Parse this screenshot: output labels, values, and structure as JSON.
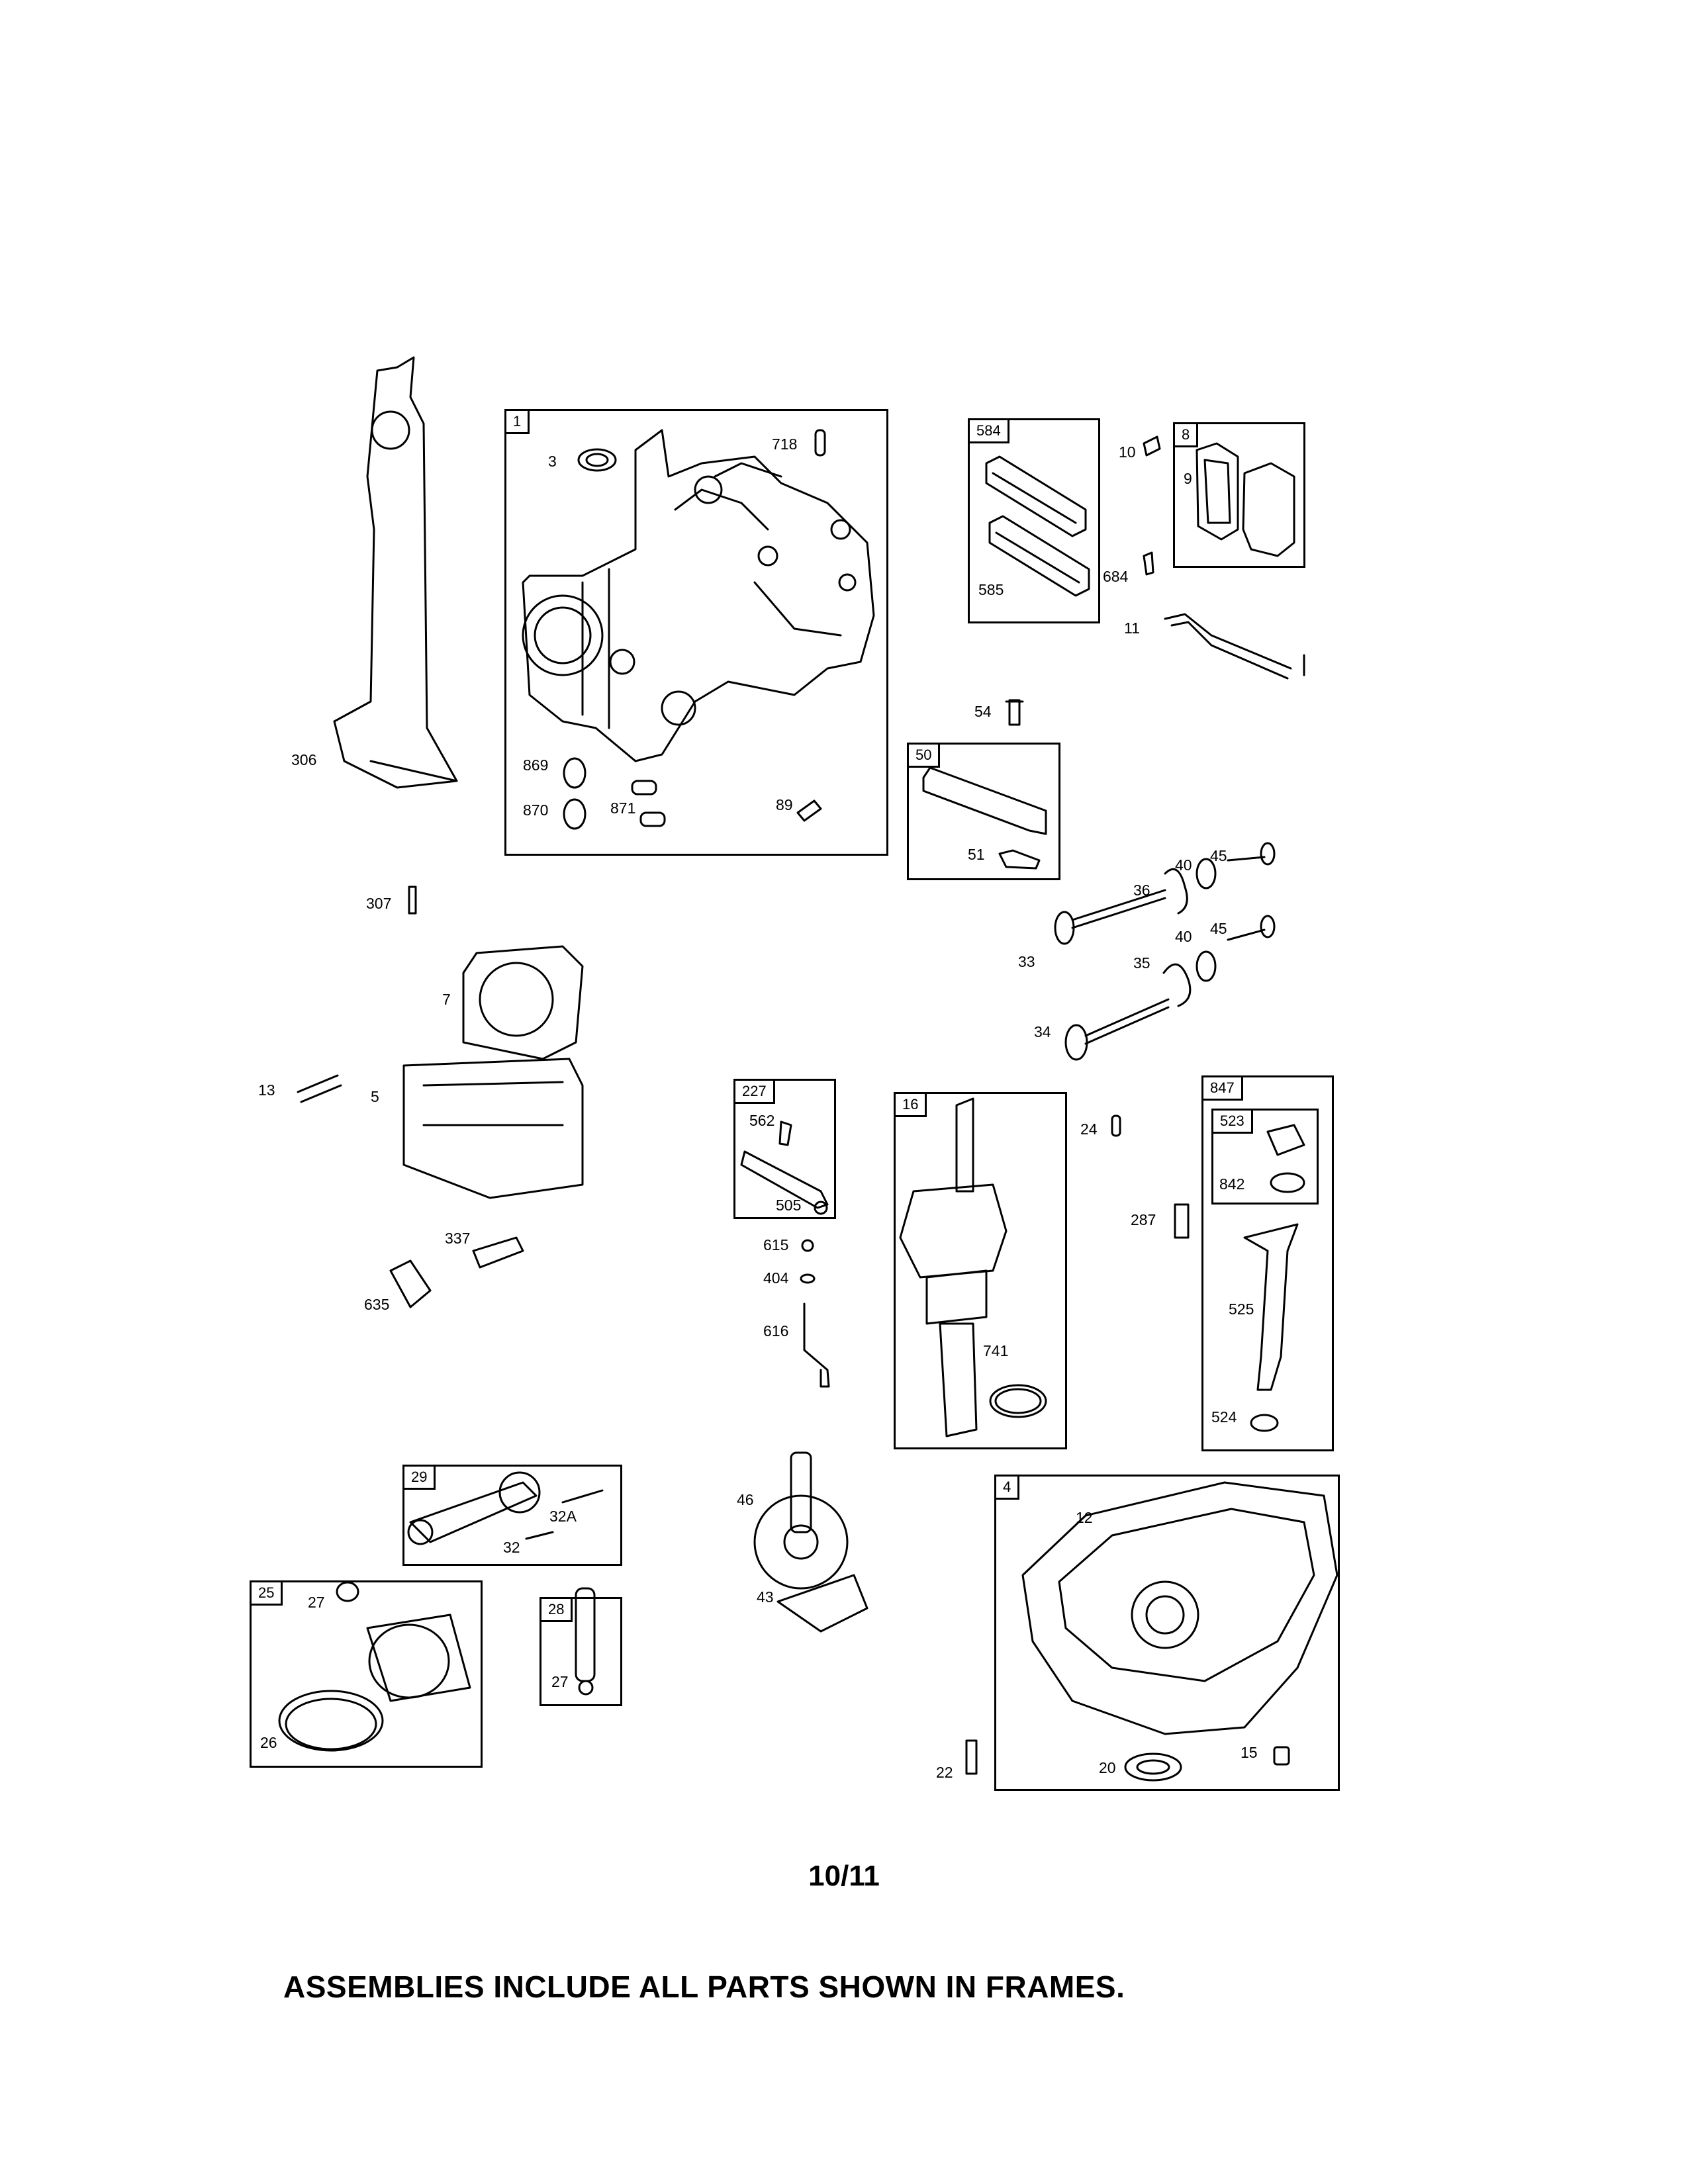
{
  "diagram": {
    "frames": {
      "f1": "1",
      "f584": "584",
      "f8": "8",
      "f50": "50",
      "f227": "227",
      "f16": "16",
      "f847": "847",
      "f523": "523",
      "f29": "29",
      "f4": "4",
      "f25": "25",
      "f28": "28"
    },
    "labels": {
      "p3": "3",
      "p718": "718",
      "p869": "869",
      "p870": "870",
      "p871": "871",
      "p89": "89",
      "p585": "585",
      "p10": "10",
      "p9": "9",
      "p684": "684",
      "p11": "11",
      "p54": "54",
      "p51": "51",
      "p306": "306",
      "p307": "307",
      "p40a": "40",
      "p45a": "45",
      "p36": "36",
      "p33": "33",
      "p40b": "40",
      "p45b": "45",
      "p35": "35",
      "p34": "34",
      "p7": "7",
      "p13": "13",
      "p5": "5",
      "p337": "337",
      "p635": "635",
      "p562": "562",
      "p505": "505",
      "p615": "615",
      "p404": "404",
      "p616": "616",
      "p741": "741",
      "p24": "24",
      "p287": "287",
      "p842": "842",
      "p525": "525",
      "p524": "524",
      "p32A": "32A",
      "p32": "32",
      "p46": "46",
      "p43": "43",
      "p12": "12",
      "p22": "22",
      "p20": "20",
      "p15": "15",
      "p27a": "27",
      "p26": "26",
      "p27b": "27"
    }
  },
  "page_number": "10/11",
  "footer_note": "ASSEMBLIES INCLUDE ALL PARTS SHOWN IN FRAMES."
}
